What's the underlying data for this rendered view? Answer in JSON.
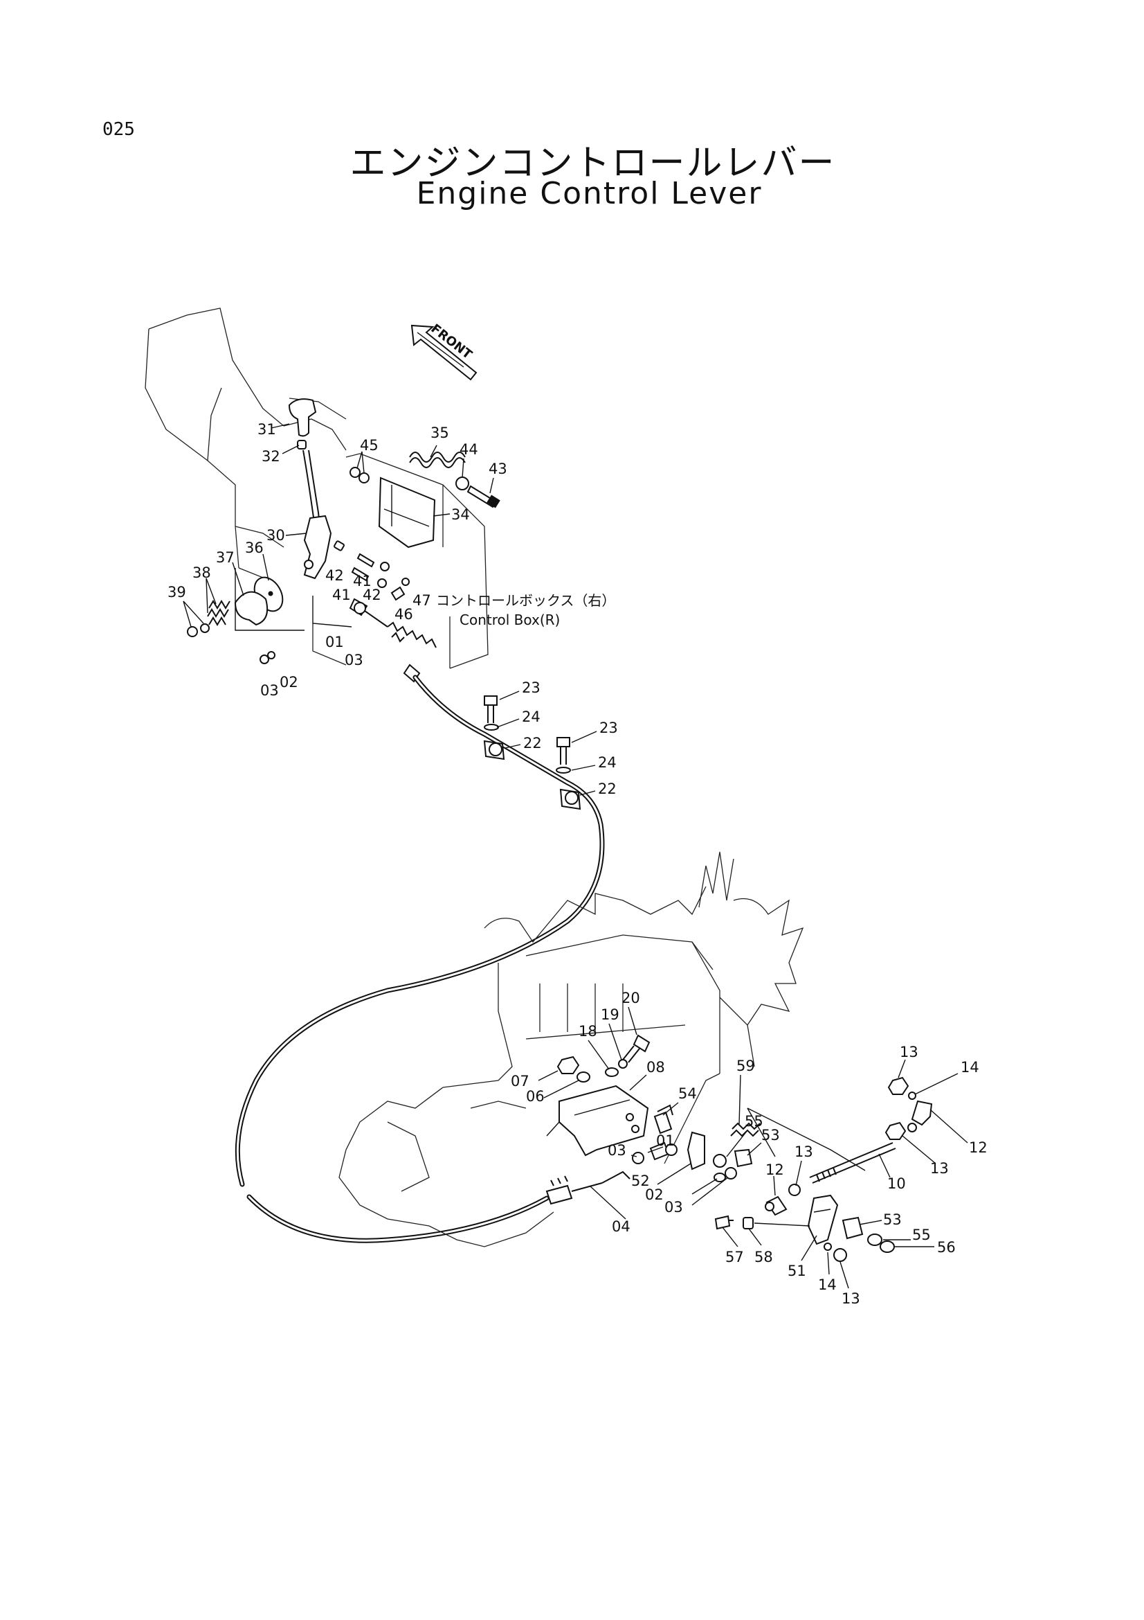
{
  "page_number": "025",
  "title_jp": "エンジンコントロールレバー",
  "title_en": "Engine Control Lever",
  "front_label": "FRONT",
  "control_box": {
    "label_jp": "コントロールボックス（右）",
    "label_en": "Control Box(R)"
  },
  "callouts": [
    "31",
    "32",
    "45",
    "35",
    "44",
    "43",
    "34",
    "30",
    "36",
    "37",
    "38",
    "39",
    "42",
    "41",
    "41",
    "42",
    "47",
    "46",
    "01",
    "03",
    "02",
    "03",
    "23",
    "24",
    "22",
    "23",
    "24",
    "22",
    "20",
    "19",
    "18",
    "07",
    "06",
    "08",
    "59",
    "54",
    "55",
    "53",
    "01",
    "03",
    "52",
    "02",
    "03",
    "04",
    "13",
    "14",
    "12",
    "13",
    "10",
    "12",
    "13",
    "53",
    "55",
    "56",
    "57",
    "58",
    "51",
    "14",
    "13"
  ]
}
